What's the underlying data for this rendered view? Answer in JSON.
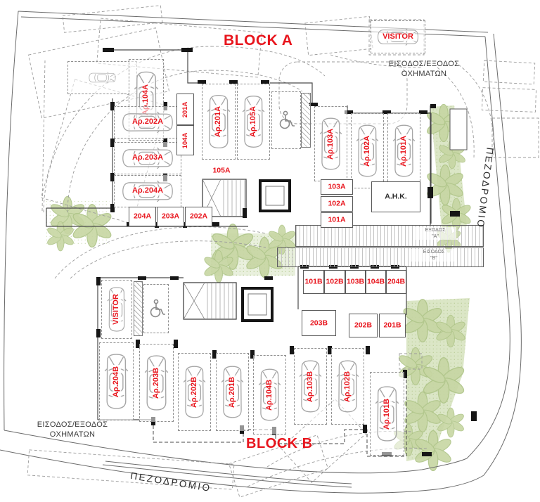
{
  "titles": {
    "block_a": "BLOCK A",
    "block_b": "BLOCK B"
  },
  "streets": {
    "right_sidewalk": "ΠΕΖΟΔΡΟΜΙΟ",
    "bottom_sidewalk": "ΠΕΖΟΔΡΟΜΙΟ"
  },
  "entrances": {
    "top": {
      "line1": "ΕΙΣΟΔΟΣ/ΕΞΟΔΟΣ",
      "line2": "ΟΧΗΜΑΤΩΝ"
    },
    "bottom": {
      "line1": "ΕΙΣΟΔΟΣ/ΕΞΟΔΟΣ",
      "line2": "ΟΧΗΜΑΤΩΝ"
    }
  },
  "ramps": {
    "exit": {
      "line1": "ΕΞΟΔΟΣ",
      "line2": "\"Α\""
    },
    "entry": {
      "line1": "ΕΙΣΟΔΟΣ",
      "line2": "\"Β\""
    }
  },
  "parking": {
    "block_a": [
      {
        "key": "visitor_a",
        "label": "VISITOR"
      },
      {
        "key": "a104",
        "label": "Αρ.104A"
      },
      {
        "key": "a202",
        "label": "Αρ.202A"
      },
      {
        "key": "a203",
        "label": "Αρ.203A"
      },
      {
        "key": "a204",
        "label": "Αρ.204A"
      },
      {
        "key": "a201",
        "label": "Αρ.201A"
      },
      {
        "key": "a105",
        "label": "Αρ.105A"
      },
      {
        "key": "a103",
        "label": "Αρ.103A"
      },
      {
        "key": "a102",
        "label": "Αρ.102A"
      },
      {
        "key": "a101",
        "label": "Αρ.101A"
      }
    ],
    "block_b": [
      {
        "key": "visitor_b",
        "label": "VISITOR"
      },
      {
        "key": "b204",
        "label": "Αρ.204B"
      },
      {
        "key": "b203",
        "label": "Αρ.203B"
      },
      {
        "key": "b202",
        "label": "Αρ.202B"
      },
      {
        "key": "b201",
        "label": "Αρ.201B"
      },
      {
        "key": "b104",
        "label": "Αρ.104B"
      },
      {
        "key": "b103",
        "label": "Αρ.103B"
      },
      {
        "key": "b102",
        "label": "Αρ.102B"
      },
      {
        "key": "b101",
        "label": "Αρ.101B"
      }
    ]
  },
  "storerooms": {
    "block_a": [
      {
        "key": "s201A",
        "label": "201A"
      },
      {
        "key": "s104A",
        "label": "104A"
      },
      {
        "key": "s105A",
        "label": "105A"
      },
      {
        "key": "s103A",
        "label": "103A"
      },
      {
        "key": "s102A",
        "label": "102A"
      },
      {
        "key": "s101A",
        "label": "101A"
      },
      {
        "key": "s204A",
        "label": "204A"
      },
      {
        "key": "s203A",
        "label": "203A"
      },
      {
        "key": "s202A",
        "label": "202A"
      },
      {
        "key": "ahk",
        "label": "Α.Η.Κ."
      }
    ],
    "block_b": [
      {
        "key": "s101B",
        "label": "101B"
      },
      {
        "key": "s102B",
        "label": "102B"
      },
      {
        "key": "s103B",
        "label": "103B"
      },
      {
        "key": "s104B",
        "label": "104B"
      },
      {
        "key": "s204B",
        "label": "204B"
      },
      {
        "key": "s203B",
        "label": "203B"
      },
      {
        "key": "s202B",
        "label": "202B"
      },
      {
        "key": "s201B",
        "label": "201B"
      }
    ]
  },
  "colors": {
    "label_red": "#e8151d",
    "tree_green": "#c7d6a3"
  }
}
